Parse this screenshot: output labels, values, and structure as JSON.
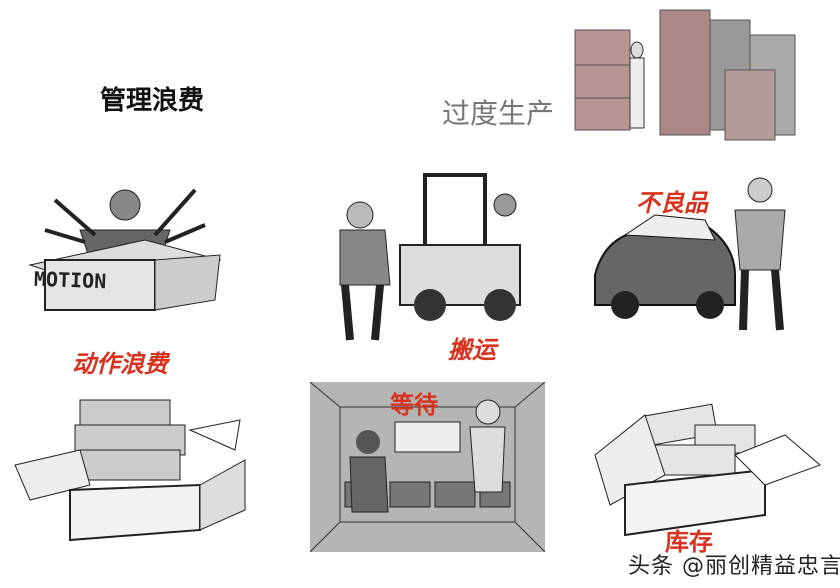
{
  "title": "管理浪费",
  "labels": {
    "overproduction": "过度生产",
    "defects": "不良品",
    "motion_waste": "动作浪费",
    "transport": "搬运",
    "waiting": "等待",
    "inventory": "库存",
    "motion_box": "MOTION"
  },
  "watermark": "头条 @丽创精益忠言",
  "colors": {
    "label_red": "#d8321e",
    "title": "#111111",
    "subtitle_gray": "#777777"
  }
}
